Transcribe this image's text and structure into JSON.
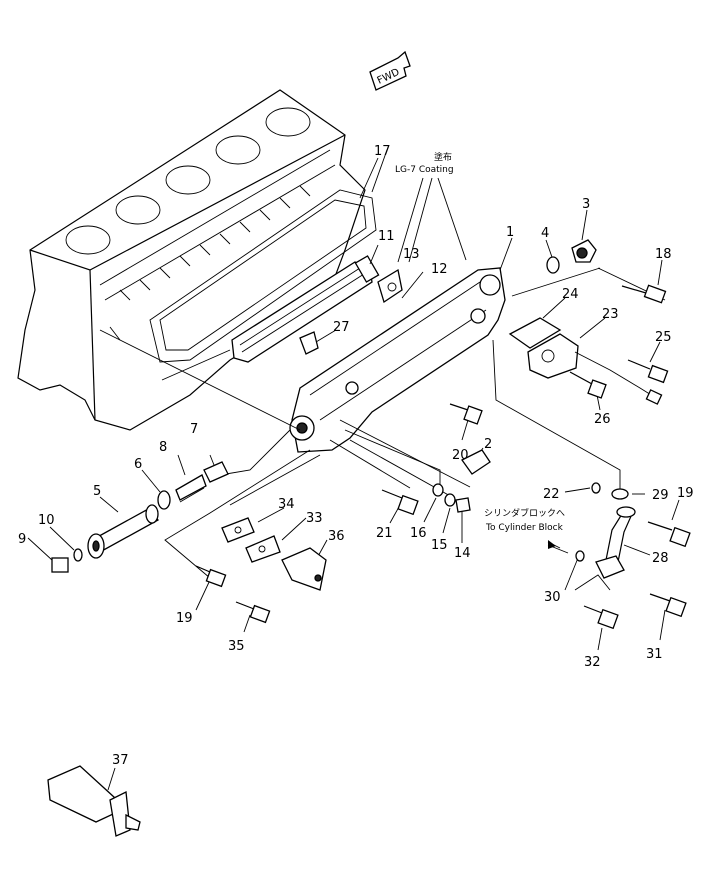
{
  "fwd_label": "FWD",
  "coating_note": {
    "jp": "塗布",
    "en": "LG-7 Coating"
  },
  "block_note": {
    "jp": "シリンダブロックへ",
    "en": "To Cylinder Block"
  },
  "callouts": {
    "c1": "1",
    "c2": "2",
    "c3": "3",
    "c4": "4",
    "c5": "5",
    "c6": "6",
    "c7": "7",
    "c8": "8",
    "c9": "9",
    "c10": "10",
    "c11": "11",
    "c12": "12",
    "c13": "13",
    "c14": "14",
    "c15": "15",
    "c16": "16",
    "c17": "17",
    "c18": "18",
    "c19a": "19",
    "c19b": "19",
    "c20": "20",
    "c21": "21",
    "c22": "22",
    "c23": "23",
    "c24": "24",
    "c25": "25",
    "c26": "26",
    "c27": "27",
    "c28": "28",
    "c29": "29",
    "c30": "30",
    "c31": "31",
    "c32": "32",
    "c33": "33",
    "c34": "34",
    "c35": "35",
    "c36": "36",
    "c37": "37"
  }
}
